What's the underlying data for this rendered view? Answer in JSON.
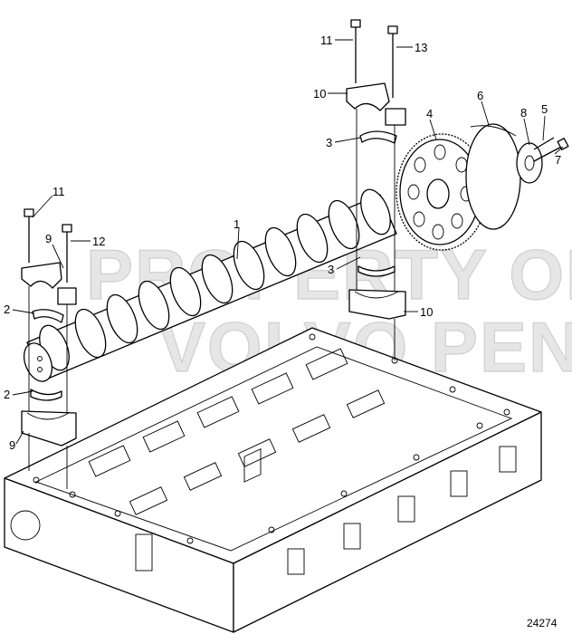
{
  "watermark": {
    "line1": "PROPERTY OF",
    "line2": "VOLVO PENTA"
  },
  "figure_number": "24274",
  "callouts": {
    "c1": "1",
    "c2a": "2",
    "c2b": "2",
    "c3a": "3",
    "c3b": "3",
    "c4": "4",
    "c5": "5",
    "c6": "6",
    "c7": "7",
    "c8": "8",
    "c9a": "9",
    "c9b": "9",
    "c10a": "10",
    "c10b": "10",
    "c11a": "11",
    "c11b": "11",
    "c12": "12",
    "c13": "13"
  }
}
